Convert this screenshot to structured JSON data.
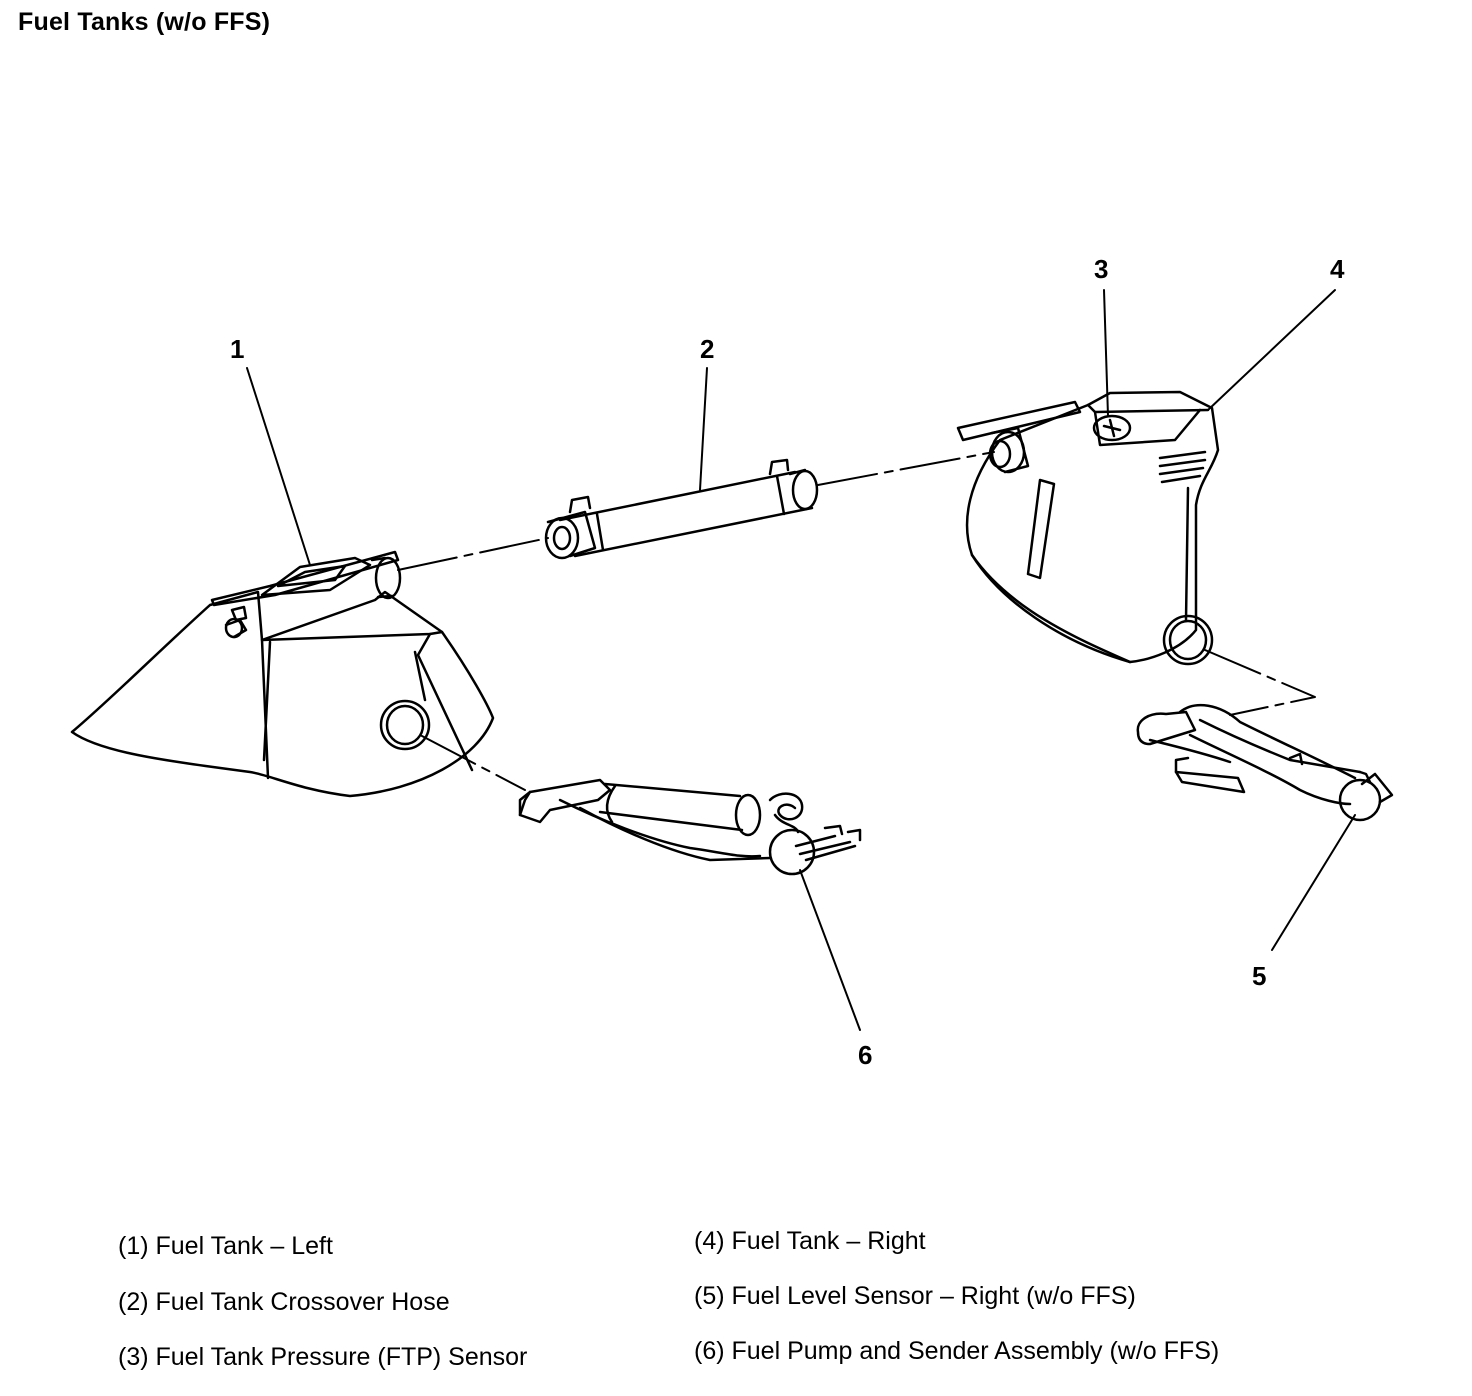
{
  "title": "Fuel Tanks (w/o FFS)",
  "callouts": [
    "1",
    "2",
    "3",
    "4",
    "5",
    "6"
  ],
  "legend": [
    {
      "number": "1",
      "text": "(1) Fuel Tank – Left"
    },
    {
      "number": "2",
      "text": "(2) Fuel Tank Crossover Hose"
    },
    {
      "number": "3",
      "text": "(3) Fuel Tank Pressure (FTP) Sensor"
    },
    {
      "number": "4",
      "text": "(4) Fuel Tank – Right"
    },
    {
      "number": "5",
      "text": "(5) Fuel Level Sensor – Right (w/o FFS)"
    },
    {
      "number": "6",
      "text": "(6) Fuel Pump and Sender Assembly (w/o FFS)"
    }
  ]
}
